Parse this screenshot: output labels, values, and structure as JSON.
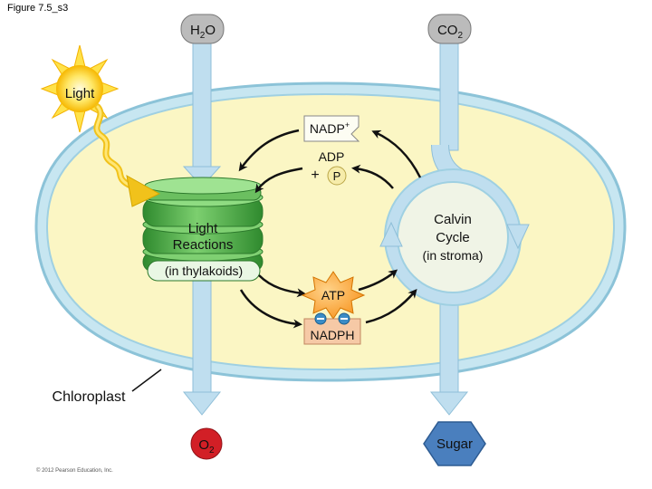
{
  "figure_title": "Figure 7.5_s3",
  "copyright": "© 2012 Pearson Education, Inc.",
  "inputs": {
    "water": "H",
    "water_sub": "2",
    "water_end": "O",
    "co2": "CO",
    "co2_sub": "2"
  },
  "light_label": "Light",
  "nadp_label": "NADP",
  "nadp_sup": "+",
  "adp_label": "ADP",
  "plus_sign": "+",
  "p_label": "P",
  "light_reactions": {
    "line1": "Light",
    "line2": "Reactions",
    "line3": "(in thylakoids)"
  },
  "calvin": {
    "line1": "Calvin",
    "line2": "Cycle",
    "line3": "(in stroma)"
  },
  "atp_label": "ATP",
  "nadph_label": "NADPH",
  "chloroplast_label": "Chloroplast",
  "outputs": {
    "oxygen": "O",
    "oxygen_sub": "2",
    "sugar": "Sugar"
  },
  "colors": {
    "stroma": "#fbf6c4",
    "membrane": "#9fd0e2",
    "flow": "#bfdeef",
    "thylakoid": "#4fae4a",
    "atp": "#f7931e",
    "nadph": "#f6c9a6",
    "sugar": "#4a7fbe",
    "o2": "#d21f26"
  }
}
